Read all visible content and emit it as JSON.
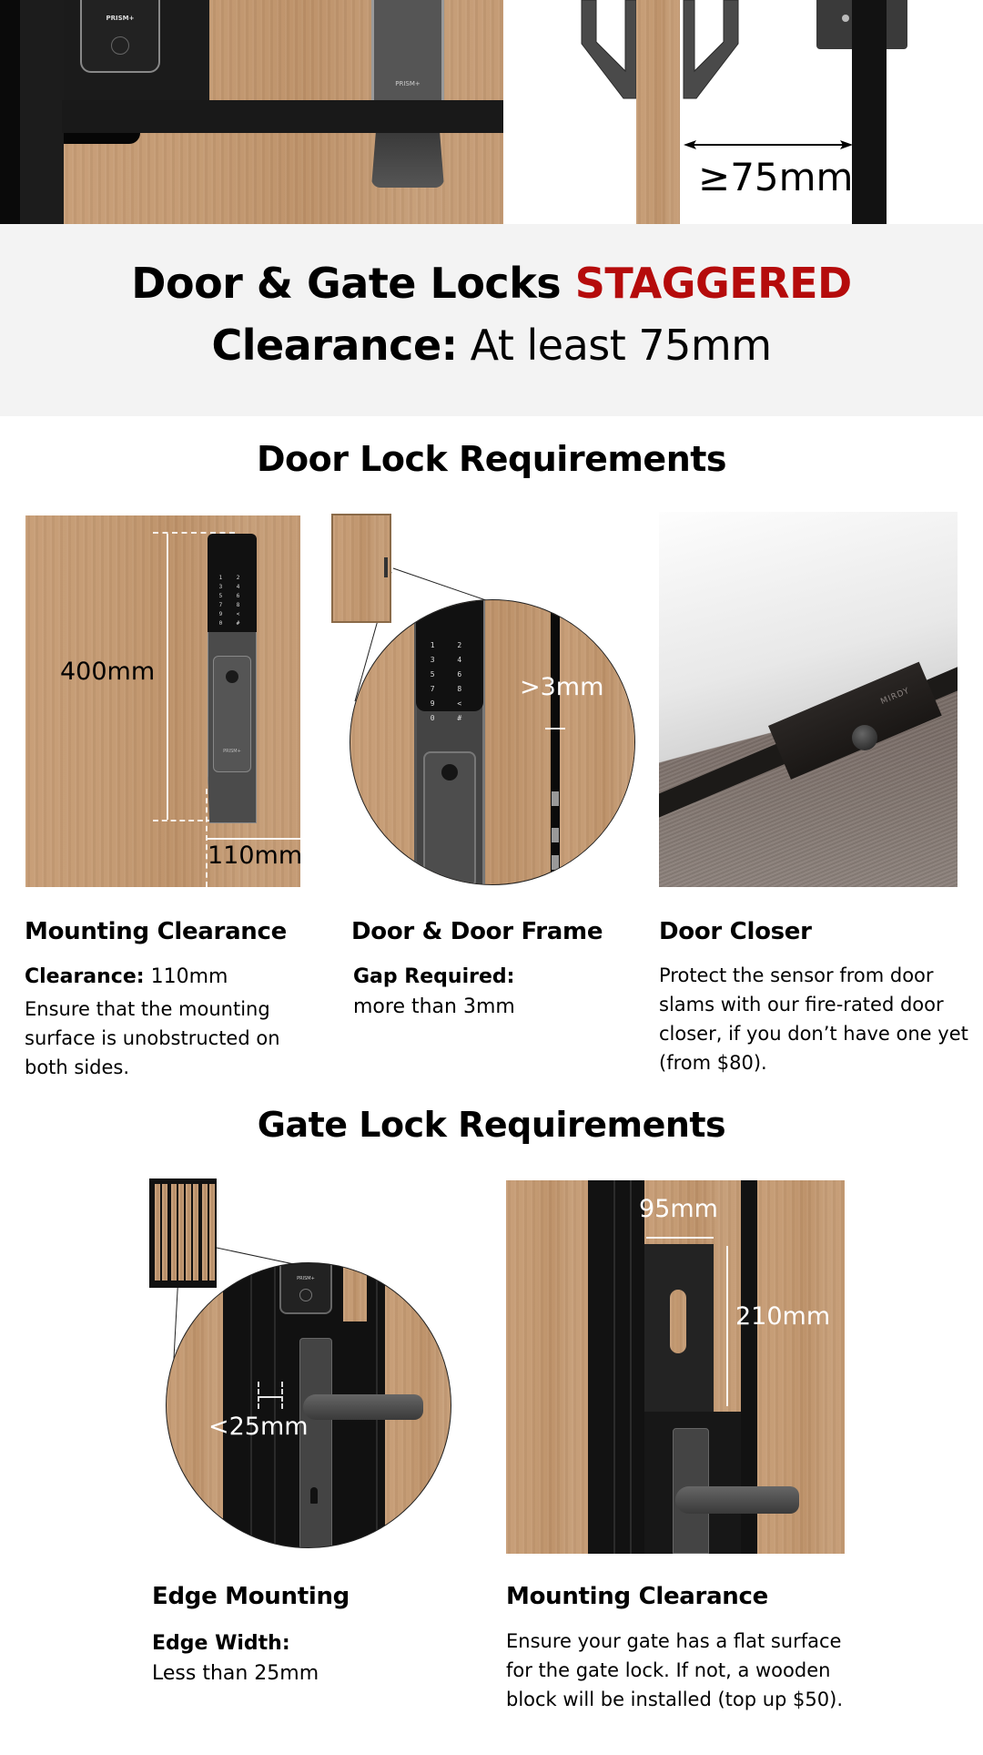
{
  "hero": {
    "left_image": {
      "keypad_brand": "PRISM+",
      "lock_brand": "PRISM+"
    },
    "right_image": {
      "dimension_label": "≥75mm"
    }
  },
  "banner": {
    "title_prefix": "Door & Gate Locks",
    "title_accent": "STAGGERED",
    "subtitle_label": "Clearance:",
    "subtitle_value": "At least 75mm",
    "accent_color": "#b50b0b",
    "background_color": "#f3f3f3"
  },
  "door_section": {
    "title": "Door Lock Requirements",
    "cards": [
      {
        "image_labels": {
          "height": "400mm",
          "width": "110mm",
          "lock_brand": "PRISM+",
          "keypad": "1 2 3 4 5 6 7 8 9 < 0 #"
        },
        "title": "Mounting Clearance",
        "detail_label": "Clearance:",
        "detail_value": "110mm",
        "description": "Ensure that the mounting surface is unobstructed on both sides."
      },
      {
        "image_labels": {
          "gap": ">3mm",
          "keypad": "1 2 3 4 5 6 7 8 9 < 0 #"
        },
        "title": "Door & Door Frame",
        "detail_label": "Gap Required:",
        "detail_value": "more than 3mm"
      },
      {
        "image_labels": {
          "closer_brand": "MIRDY"
        },
        "title": "Door Closer",
        "description": "Protect the sensor from door slams with our fire-rated door closer, if you don’t have one yet (from $80)."
      }
    ]
  },
  "gate_section": {
    "title": "Gate Lock Requirements",
    "cards": [
      {
        "image_labels": {
          "edge": "<25mm",
          "keypad_brand": "PRISM+"
        },
        "title": "Edge Mounting",
        "detail_label": "Edge Width:",
        "detail_value": "Less than 25mm"
      },
      {
        "image_labels": {
          "width": "95mm",
          "height": "210mm"
        },
        "title": "Mounting Clearance",
        "description": "Ensure your gate has a flat surface for the gate lock. If not, a wooden block will be installed (top up $50)."
      }
    ]
  }
}
